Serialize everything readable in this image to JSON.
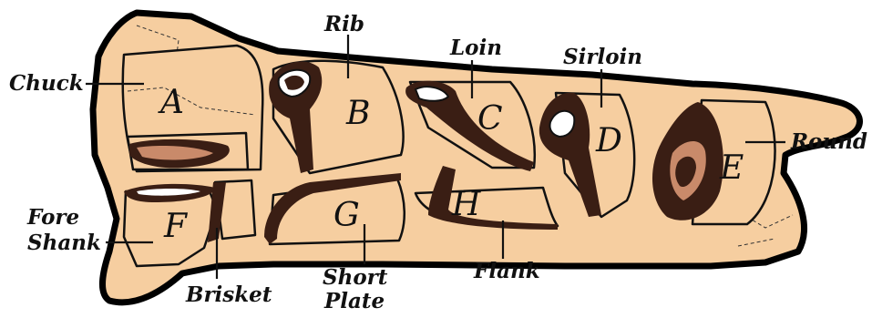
{
  "colors": {
    "hide": "#f6ceA0",
    "outline": "#000000",
    "meat": "#3a1e14"
  },
  "letters": {
    "A": "A",
    "B": "B",
    "C": "C",
    "D": "D",
    "E": "E",
    "F": "F",
    "G": "G",
    "H": "H"
  },
  "labels": {
    "chuck": "Chuck",
    "rib": "Rib",
    "loin": "Loin",
    "sirloin": "Sirloin",
    "round": "Round",
    "fore": "Fore",
    "shank": "Shank",
    "brisket": "Brisket",
    "short": "Short",
    "plate": "Plate",
    "flank": "Flank"
  }
}
